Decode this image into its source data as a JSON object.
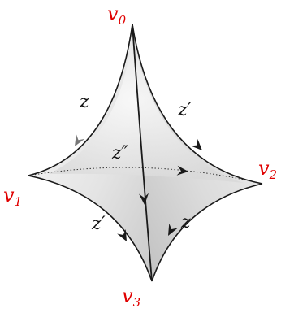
{
  "colors": {
    "vertex_label": "#e00000",
    "edge": "#1a1a1a",
    "face_light": "#f6f6f6",
    "face_dark": "#cfcfcf"
  },
  "vertices": {
    "v0": {
      "label": "v",
      "index": "0"
    },
    "v1": {
      "label": "v",
      "index": "1"
    },
    "v2": {
      "label": "v",
      "index": "2"
    },
    "v3": {
      "label": "v",
      "index": "3"
    }
  },
  "edges": {
    "v0_v1": {
      "label": "z"
    },
    "v0_v2": {
      "label": "z′"
    },
    "v0_v3": {
      "label": "z″"
    },
    "v1_v3": {
      "label": "z′"
    },
    "v2_v3": {
      "label": "z"
    }
  }
}
